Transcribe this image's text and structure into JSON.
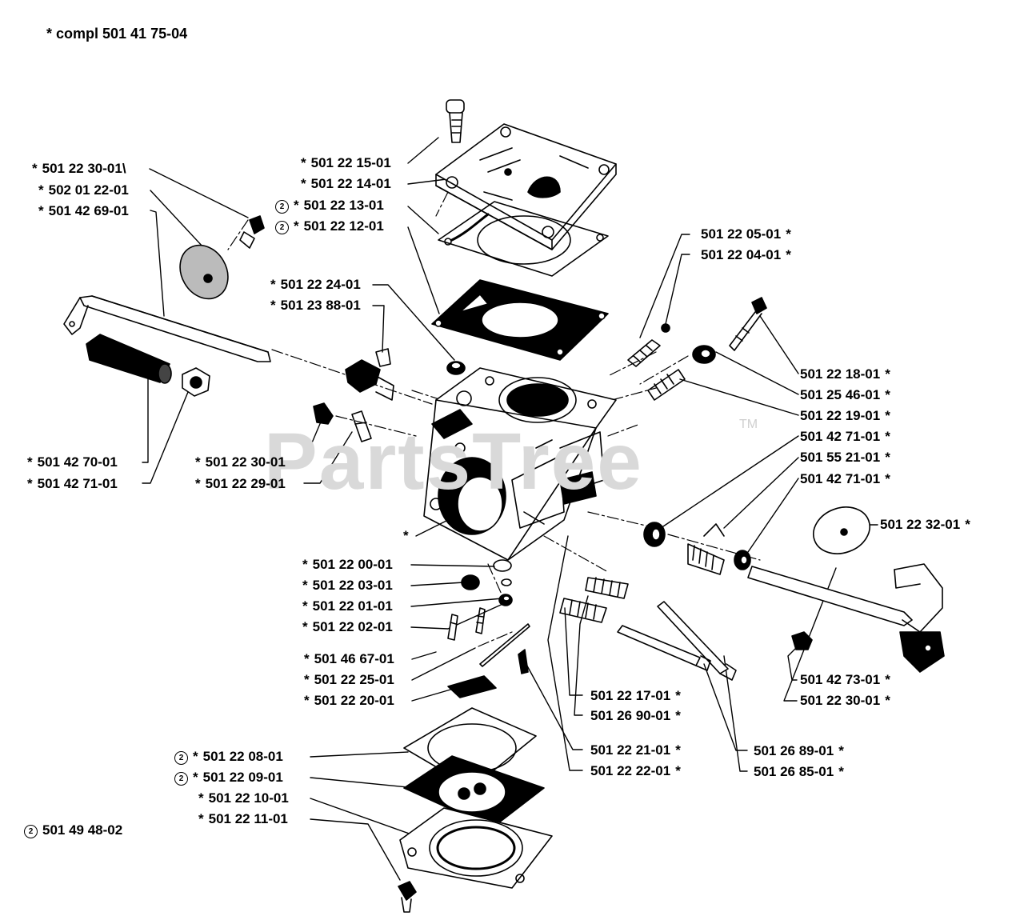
{
  "header": {
    "compl_text": "*  compl 501 41 75-04"
  },
  "watermark": {
    "text": "PartsTree",
    "tm": "TM"
  },
  "footnote": {
    "symbol": "2",
    "text": "501 49 48-02"
  },
  "labels": [
    {
      "id": "l01",
      "pre": "*",
      "num": "501 22 15-01"
    },
    {
      "id": "l02",
      "pre": "*",
      "num": "501 22 14-01"
    },
    {
      "id": "l03",
      "circ": "2",
      "pre": "*",
      "num": "501 22 13-01"
    },
    {
      "id": "l04",
      "circ": "2",
      "pre": "*",
      "num": "501 22 12-01"
    },
    {
      "id": "l05",
      "pre": "*",
      "num": "501 22 30-01\\"
    },
    {
      "id": "l06",
      "pre": "*",
      "num": "502 01 22-01"
    },
    {
      "id": "l07",
      "pre": "*",
      "num": "501 42 69-01"
    },
    {
      "id": "l08",
      "pre": "*",
      "num": "501 22 24-01"
    },
    {
      "id": "l09",
      "pre": "*",
      "num": "501 23 88-01"
    },
    {
      "id": "l10",
      "num": "501 22 05-01",
      "post": "*"
    },
    {
      "id": "l11",
      "num": "501 22 04-01",
      "post": "*"
    },
    {
      "id": "l12",
      "num": "501 22 18-01",
      "post": "*"
    },
    {
      "id": "l13",
      "num": "501 25 46-01",
      "post": "*"
    },
    {
      "id": "l14",
      "num": "501 22 19-01",
      "post": "*"
    },
    {
      "id": "l15",
      "num": "501 42 71-01",
      "post": "*"
    },
    {
      "id": "l16",
      "num": "501 55 21-01",
      "post": "*"
    },
    {
      "id": "l17",
      "num": "501 42 71-01",
      "post": "*"
    },
    {
      "id": "l18",
      "num": "501 22 32-01",
      "post": "*"
    },
    {
      "id": "l19",
      "pre": "*",
      "num": "501 42 70-01"
    },
    {
      "id": "l20",
      "pre": "*",
      "num": "501 42 71-01"
    },
    {
      "id": "l21",
      "pre": "*",
      "num": "501 22 30-01"
    },
    {
      "id": "l22",
      "pre": "*",
      "num": "501 22 29-01"
    },
    {
      "id": "l23",
      "pre": "*",
      "num": "501 22 00-01"
    },
    {
      "id": "l24",
      "pre": "*",
      "num": "501 22 03-01"
    },
    {
      "id": "l25",
      "pre": "*",
      "num": "501 22 01-01"
    },
    {
      "id": "l26",
      "pre": "*",
      "num": "501 22 02-01"
    },
    {
      "id": "l27",
      "pre": "*",
      "num": "501 46 67-01"
    },
    {
      "id": "l28",
      "pre": "*",
      "num": "501 22 25-01"
    },
    {
      "id": "l29",
      "pre": "*",
      "num": "501 22 20-01"
    },
    {
      "id": "l30",
      "num": "501 22 17-01",
      "post": "*"
    },
    {
      "id": "l31",
      "num": "501 26 90-01",
      "post": "*"
    },
    {
      "id": "l32",
      "num": "501 22 21-01",
      "post": "*"
    },
    {
      "id": "l33",
      "num": "501 22 22-01",
      "post": "*"
    },
    {
      "id": "l34",
      "num": "501 26 89-01",
      "post": "*"
    },
    {
      "id": "l35",
      "num": "501 26 85-01",
      "post": "*"
    },
    {
      "id": "l36",
      "num": "501 42 73-01",
      "post": "*"
    },
    {
      "id": "l37",
      "num": "501 22 30-01",
      "post": "*"
    },
    {
      "id": "l38",
      "circ": "2",
      "pre": "*",
      "num": "501 22 08-01"
    },
    {
      "id": "l39",
      "circ": "2",
      "pre": "*",
      "num": "501 22 09-01"
    },
    {
      "id": "l40",
      "pre": "*",
      "num": "501 22 10-01"
    },
    {
      "id": "l41",
      "pre": "*",
      "num": "501 22 11-01"
    },
    {
      "id": "l42",
      "pre": "*",
      "num": ""
    }
  ]
}
